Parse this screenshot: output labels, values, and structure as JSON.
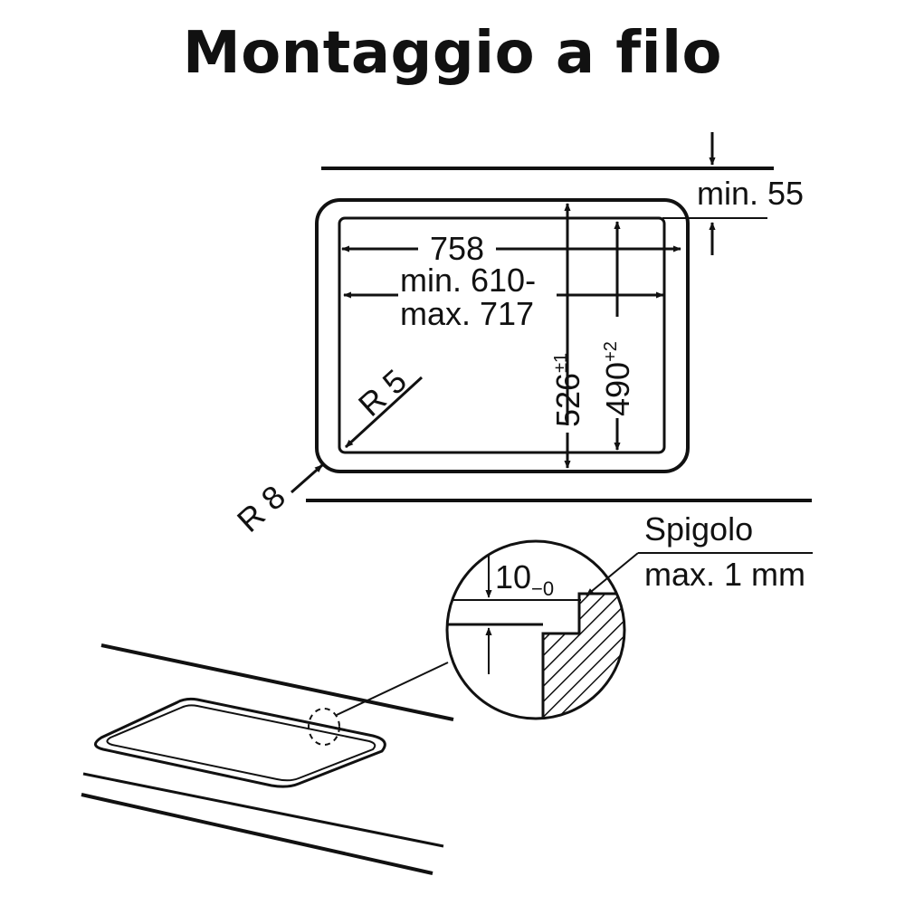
{
  "title": "Montaggio a filo",
  "dimensions": {
    "width_outer": "758",
    "width_inner_line1": "min. 610-",
    "width_inner_line2": "max. 717",
    "depth_outer_base": "526",
    "depth_outer_tol": "±1",
    "depth_inner_base": "490",
    "depth_inner_tol": "+2",
    "edge_min": "min. 55",
    "radius_inner": "R 5",
    "radius_outer": "R 8"
  },
  "detail": {
    "depth_base": "10",
    "depth_tol": "−0",
    "edge_label_line1": "Spigolo",
    "edge_label_line2": "max. 1 mm"
  },
  "colors": {
    "ink": "#111111",
    "background": "#ffffff"
  }
}
